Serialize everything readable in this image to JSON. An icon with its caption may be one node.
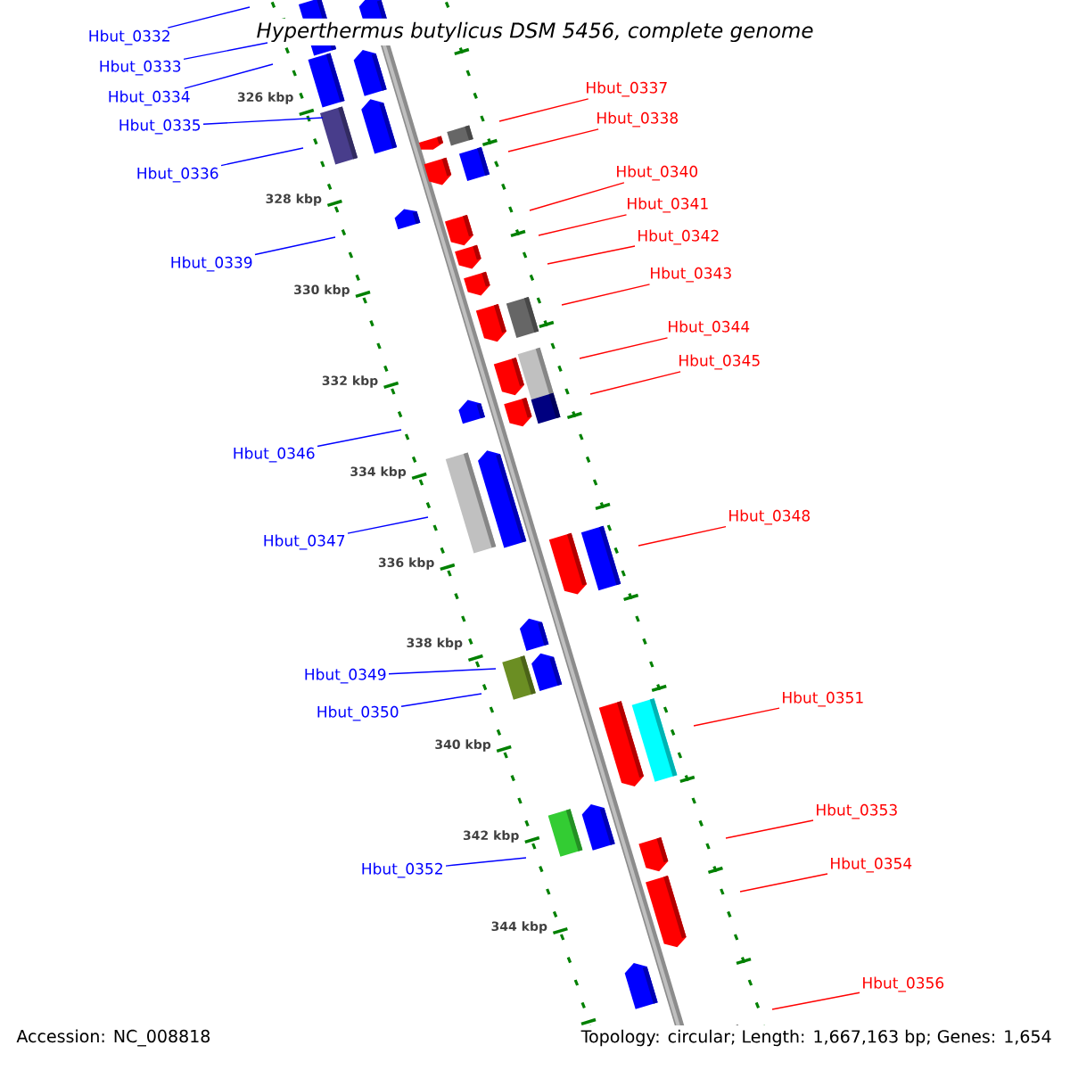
{
  "diagram": {
    "title": "*Hyperthermus butylicus* DSM 5456, complete genome",
    "nodes": [
      {
        "text": [
          "Hbut_0332"
        ]
      },
      {
        "text": [
          "Hbut_0333"
        ]
      },
      {
        "text": [
          "Hbut_0334"
        ]
      },
      {
        "text": [
          "Hbut_0335"
        ]
      },
      {
        "text": [
          "Hbut_0336"
        ]
      },
      {
        "text": [
          "Hbut_0337"
        ]
      },
      {
        "text": [
          "Hbut_0338"
        ]
      },
      {
        "text": [
          "Hbut_0339"
        ]
      },
      {
        "text": [
          "Hbut_0340"
        ]
      },
      {
        "text": [
          "Hbut_0341"
        ]
      },
      {
        "text": [
          "Hbut_0342"
        ]
      },
      {
        "text": [
          "Hbut_0343"
        ]
      },
      {
        "text": [
          "Hbut_0344"
        ]
      },
      {
        "text": [
          "Hbut_0345"
        ]
      },
      {
        "text": [
          "Hbut_0346"
        ]
      },
      {
        "text": [
          "Hbut_0347"
        ]
      },
      {
        "text": [
          "Hbut_0348"
        ]
      },
      {
        "text": [
          "Hbut_0349"
        ]
      },
      {
        "text": [
          "Hbut_0350"
        ]
      },
      {
        "text": [
          "Hbut_0351"
        ]
      },
      {
        "text": [
          "Hbut_0352"
        ]
      },
      {
        "text": [
          "Hbut_0353"
        ]
      },
      {
        "text": [
          "Hbut_0354"
        ]
      },
      {
        "text": [
          "Hbut_0356"
        ]
      }
    ],
    "edges": [
      {
        "from": 0,
        "to": null,
        "arrow": "none",
        "color": "#0000ff"
      },
      {
        "from": 1,
        "to": null,
        "arrow": "none",
        "color": "#0000ff"
      },
      {
        "from": 2,
        "to": null,
        "arrow": "none",
        "color": "#0000ff"
      },
      {
        "from": 3,
        "to": null,
        "arrow": "none",
        "color": "#0000ff"
      },
      {
        "from": 4,
        "to": null,
        "arrow": "none",
        "color": "#0000ff"
      },
      {
        "from": 5,
        "to": null,
        "arrow": "none"
      },
      {
        "from": 6,
        "to": null,
        "arrow": "none"
      },
      {
        "from": 7,
        "to": null,
        "arrow": "none",
        "color": "#0000ff"
      },
      {
        "from": 8,
        "to": null,
        "arrow": "none"
      },
      {
        "from": 9,
        "to": null,
        "arrow": "none"
      },
      {
        "from": 10,
        "to": null,
        "arrow": "none"
      },
      {
        "from": 11,
        "to": null,
        "arrow": "none"
      },
      {
        "from": 12,
        "to": null,
        "arrow": "none"
      },
      {
        "from": 13,
        "to": null,
        "arrow": "none"
      },
      {
        "from": 14,
        "to": null,
        "arrow": "none",
        "color": "#0000ff"
      },
      {
        "from": 15,
        "to": null,
        "arrow": "none",
        "color": "#0000ff"
      },
      {
        "from": 16,
        "to": null,
        "arrow": "none"
      },
      {
        "from": 17,
        "to": null,
        "arrow": "none",
        "color": "#0000ff"
      },
      {
        "from": 18,
        "to": null,
        "arrow": "none",
        "color": "#0000ff"
      },
      {
        "from": 19,
        "to": null,
        "arrow": "none"
      },
      {
        "from": 20,
        "to": null,
        "arrow": "none",
        "color": "#0000ff"
      },
      {
        "from": 21,
        "to": null,
        "arrow": "none"
      },
      {
        "from": 22,
        "to": null,
        "arrow": "none"
      },
      {
        "from": 23,
        "to": null,
        "arrow": "none"
      }
    ],
    "labels": [
      "326 kbp",
      "328 kbp",
      "330 kbp",
      "332 kbp",
      "334 kbp",
      "336 kbp",
      "338 kbp",
      "340 kbp",
      "342 kbp",
      "344 kbp",
      "Accession: NC_008818",
      "Topology: circular; Length: 1,667,163 bp; Genes: 1,654"
    ]
  }
}
